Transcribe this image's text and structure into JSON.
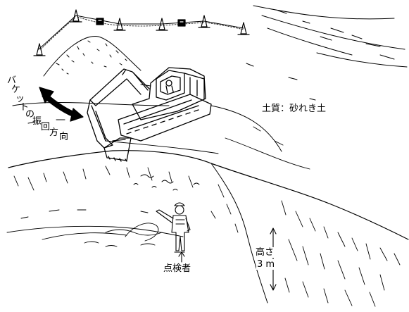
{
  "labels": {
    "soil_type": "土質：砂れき土",
    "height_word": "高さ",
    "height_value": "3 m",
    "inspector": "点検者",
    "bucket_direction": [
      "バ",
      "ケ",
      "ッ",
      "ト",
      "の",
      "振",
      "回",
      "方",
      "向"
    ]
  },
  "icons": {
    "excavator": "excavator-icon",
    "inspector": "worker-icon",
    "cones": "traffic-cone-icon",
    "sign": "warning-sign-icon"
  },
  "colors": {
    "ink": "#000000",
    "paper": "#ffffff"
  }
}
